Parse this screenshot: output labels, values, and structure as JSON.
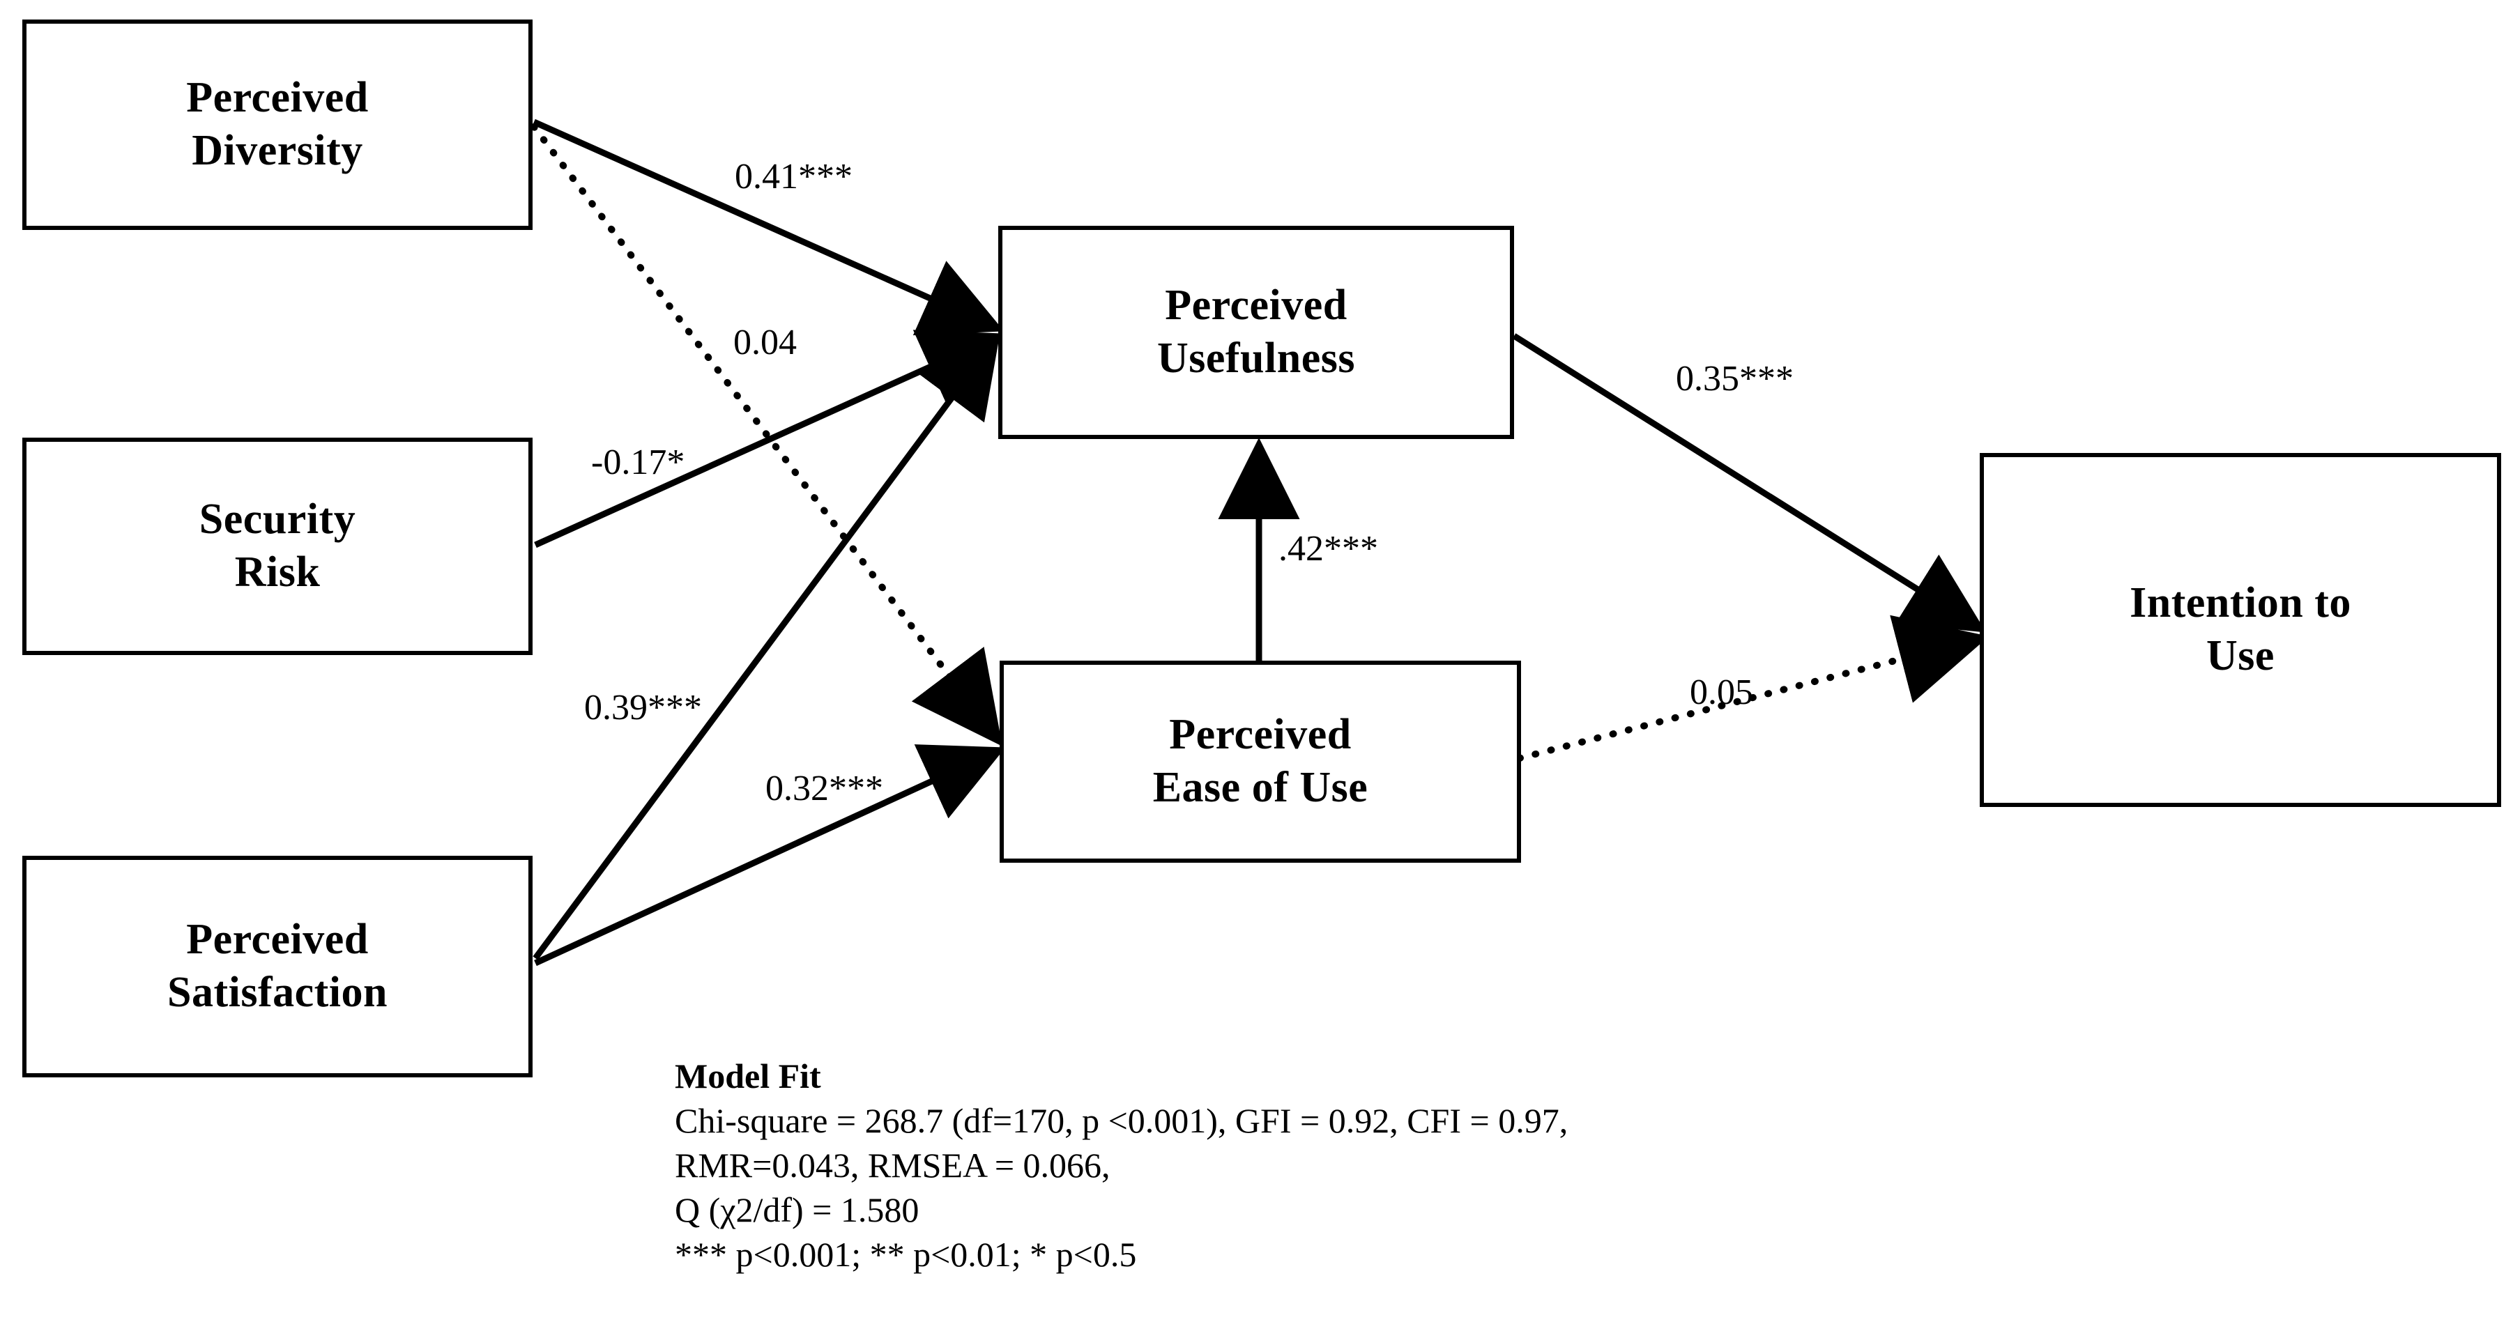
{
  "diagram": {
    "type": "structural-equation-model",
    "title": "",
    "nodes": [
      {
        "id": "perceived-diversity",
        "label": "Perceived\nDiversity"
      },
      {
        "id": "security-risk",
        "label": "Security\nRisk"
      },
      {
        "id": "perceived-satisfaction",
        "label": "Perceived\nSatisfaction"
      },
      {
        "id": "perceived-usefulness",
        "label": "Perceived\nUsefulness"
      },
      {
        "id": "perceived-ease-of-use",
        "label": "Perceived\nEase of Use"
      },
      {
        "id": "intention-to-use",
        "label": "Intention to\nUse"
      }
    ],
    "paths": [
      {
        "id": "pd-pu",
        "from": "perceived-diversity",
        "to": "perceived-usefulness",
        "coefficient": "0.41***",
        "style": "solid"
      },
      {
        "id": "pd-peou",
        "from": "perceived-diversity",
        "to": "perceived-ease-of-use",
        "coefficient": "0.04",
        "style": "dotted"
      },
      {
        "id": "sr-pu",
        "from": "security-risk",
        "to": "perceived-usefulness",
        "coefficient": "-0.17*",
        "style": "solid"
      },
      {
        "id": "ps-pu",
        "from": "perceived-satisfaction",
        "to": "perceived-usefulness",
        "coefficient": "0.39***",
        "style": "solid"
      },
      {
        "id": "ps-peou",
        "from": "perceived-satisfaction",
        "to": "perceived-ease-of-use",
        "coefficient": "0.32***",
        "style": "solid"
      },
      {
        "id": "peou-pu",
        "from": "perceived-ease-of-use",
        "to": "perceived-usefulness",
        "coefficient": ".42***",
        "style": "solid"
      },
      {
        "id": "pu-itu",
        "from": "perceived-usefulness",
        "to": "intention-to-use",
        "coefficient": "0.35***",
        "style": "solid"
      },
      {
        "id": "peou-itu",
        "from": "perceived-ease-of-use",
        "to": "intention-to-use",
        "coefficient": "0.05",
        "style": "dotted"
      }
    ]
  },
  "model_fit": {
    "heading": "Model Fit",
    "lines": [
      "Chi-square = 268.7 (df=170, p <0.001), GFI = 0.92, CFI = 0.97,",
      "RMR=0.043, RMSEA = 0.066,",
      "Q (χ2/df) = 1.580",
      "*** p<0.001; ** p<0.01; * p<0.5"
    ]
  },
  "colors": {
    "stroke": "#000000",
    "background": "#ffffff"
  }
}
